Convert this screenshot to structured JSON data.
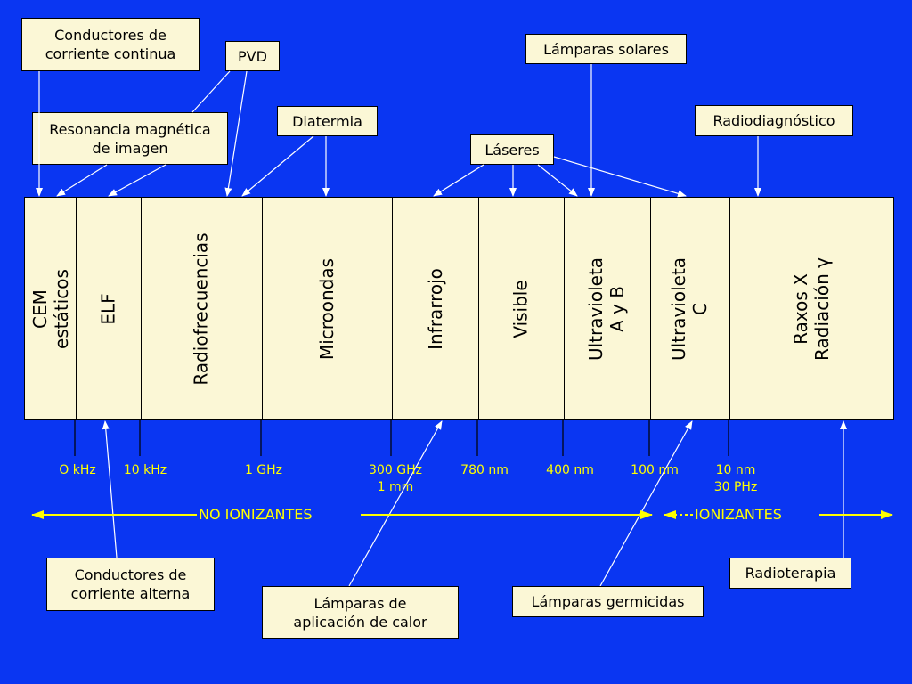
{
  "bands": [
    "CEM estáticos",
    "ELF",
    "Radiofrecuencias",
    "Microondas",
    "Infrarrojo",
    "Visible",
    "Ultravioleta A y B",
    "Ultravioleta C",
    "Raxos X\nRadiación γ"
  ],
  "frequencies": [
    "O kHz",
    "10 kHz",
    "1 GHz",
    "300 GHz\n1 mm",
    "780 nm",
    "400 nm",
    "100 nm",
    "10 nm\n30 PHz"
  ],
  "sources_top": {
    "dc_conductors": "Conductores de\ncorriente continua",
    "pvd": "PVD",
    "mri": "Resonancia magnética\nde imagen",
    "diathermy": "Diatermia",
    "lasers": "Láseres",
    "solar_lamps": "Lámparas solares",
    "radiodiagnosis": "Radiodiagnóstico"
  },
  "sources_bottom": {
    "ac_conductors": "Conductores de\ncorriente alterna",
    "heat_lamps": "Lámparas de\naplicación de calor",
    "germicidal_lamps": "Lámparas germicidas",
    "radiotherapy": "Radioterapia"
  },
  "zones": {
    "non_ionizing": "NO IONIZANTES",
    "ionizing": "IONIZANTES"
  },
  "colors": {
    "background": "#0a36f2",
    "box_fill": "#fbf7d6",
    "accent": "#ffff00"
  }
}
